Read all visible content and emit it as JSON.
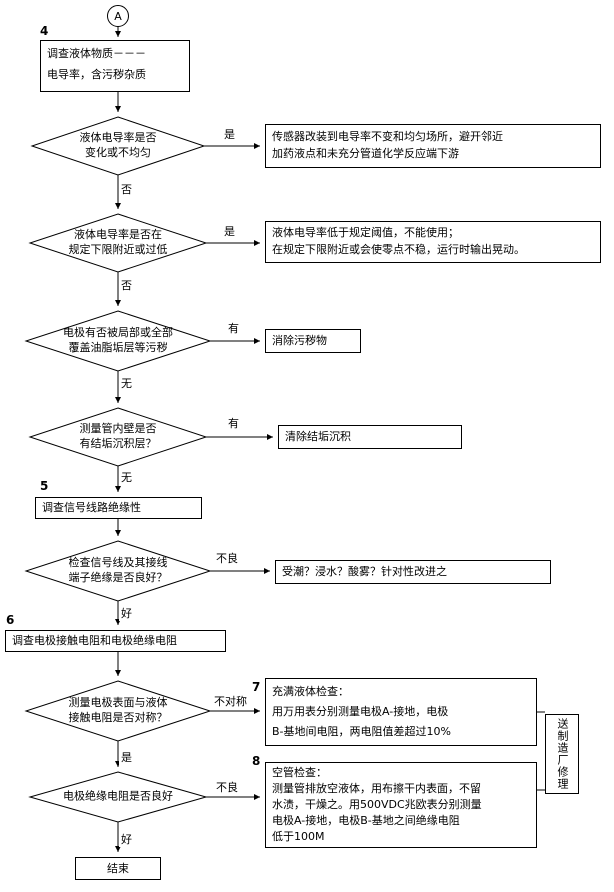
{
  "connector": {
    "label": "A"
  },
  "step_numbers": {
    "s4": "4",
    "s5": "5",
    "s6": "6",
    "s7": "7",
    "s8": "8"
  },
  "boxes": {
    "investigate_liquid": "调查液体物质－－－\n电导率，含污秽杂质",
    "sensor_relocate": "传感器改装到电导率不变和均匀场所，避开邻近\n加药液点和未充分管道化学反应端下游",
    "conductivity_low": "液体电导率低于规定阈值，不能使用；\n在规定下限附近或会使零点不稳，运行时输出晃动。",
    "remove_fouling": "消除污秽物",
    "remove_scale": "清除结垢沉积",
    "check_signal_line": "调查信号线路绝缘性",
    "moisture_fix": "受潮？浸水？酸雾？针对性改进之",
    "check_electrode": "调查电极接触电阻和电极绝缘电阻",
    "full_pipe_check": "充满液体检查：\n用万用表分别测量电极A-接地，电极\nB-基地间电阻，两电阻值差超过10%",
    "empty_pipe_check": "空管检查：\n测量管排放空液体，用布擦干内表面，不留\n水渍，干燥之。用500VDC兆欧表分别测量\n电极A-接地，电极B-基地之间绝缘电阻\n低于100M",
    "send_repair": "送制造厂修理",
    "end": "结束"
  },
  "decisions": {
    "d_conductivity_change": "液体电导率是否\n变化或不均匀",
    "d_conductivity_low": "液体电导率是否在\n规定下限附近或过低",
    "d_electrode_coated": "电极有否被局部或全部\n覆盖油脂垢层等污秽",
    "d_tube_scale": "测量管内壁是否\n有结垢沉积层？",
    "d_signal_insulation": "检查信号线及其接线\n端子绝缘是否良好？",
    "d_contact_symmetric": "测量电极表面与液体\n接触电阻是否对称？",
    "d_electrode_insulation": "电极绝缘电阻是否良好"
  },
  "branch_labels": {
    "yes1": "是",
    "no1": "否",
    "yes2": "是",
    "no2": "否",
    "have1": "有",
    "none1": "无",
    "have2": "有",
    "none2": "无",
    "bad1": "不良",
    "good1": "好",
    "asym": "不对称",
    "yes3": "是",
    "bad2": "不良",
    "good2": "好"
  }
}
